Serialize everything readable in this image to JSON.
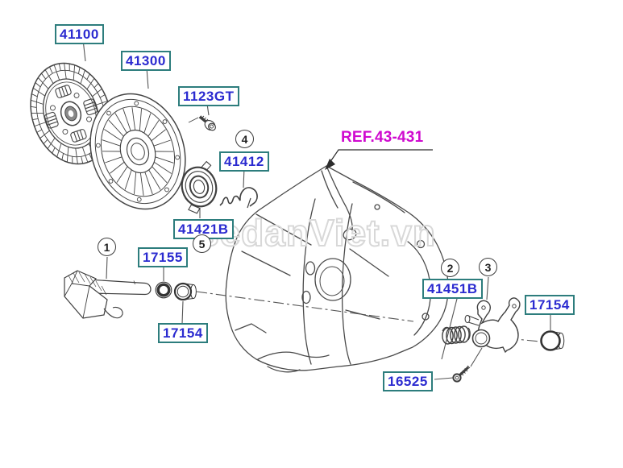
{
  "diagram": {
    "watermark": "sedanViet.vn",
    "ref_link": "REF.43-431",
    "callouts": {
      "c1": "1",
      "c2": "2",
      "c3": "3",
      "c4": "4",
      "c5": "5"
    },
    "part_labels": {
      "l41100": "41100",
      "l41300": "41300",
      "l1123gt": "1123GT",
      "l41412": "41412",
      "l41421b": "41421B",
      "l17155": "17155",
      "l17154_left": "17154",
      "l41451b": "41451B",
      "l17154_right": "17154",
      "l16525": "16525"
    },
    "colors": {
      "part_label_text": "#2b2bd0",
      "part_label_border": "#2d7d7d",
      "ref_text": "#cf0acf",
      "line": "#454545",
      "watermark": "#d8d8d8"
    }
  }
}
